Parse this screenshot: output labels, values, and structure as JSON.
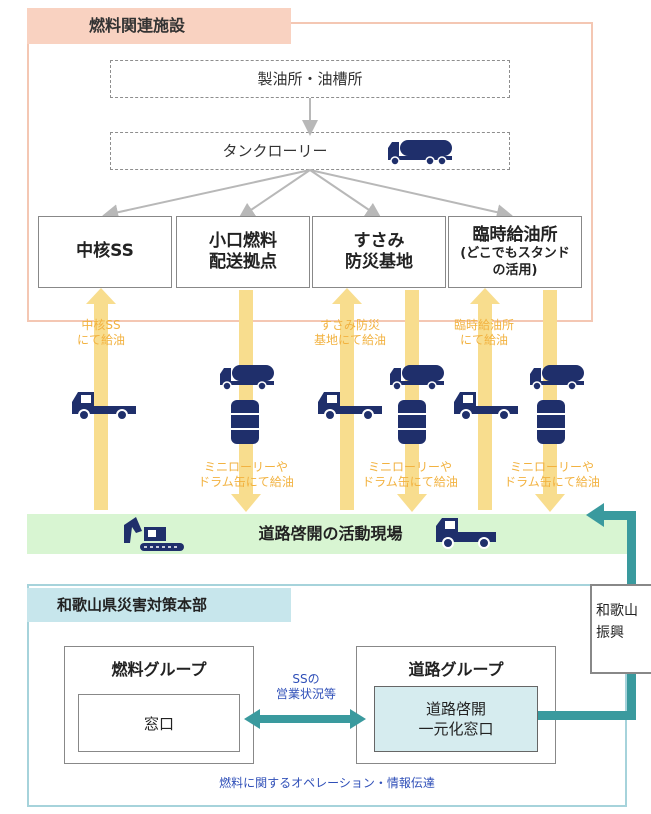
{
  "fuel_facilities": {
    "title": "燃料関連施設",
    "refinery": "製油所・油槽所",
    "tanker": "タンクローリー",
    "nodes": [
      {
        "line1": "中核SS",
        "line2": ""
      },
      {
        "line1": "小口燃料",
        "line2": "配送拠点"
      },
      {
        "line1": "すさみ",
        "line2": "防災基地"
      },
      {
        "line1": "臨時給油所",
        "line2": "(どこでもスタンド",
        "line3": "の活用)"
      }
    ]
  },
  "supply_labels": {
    "core_ss": [
      "中核SS",
      "にて給油"
    ],
    "susami": [
      "すさみ防災",
      "基地にて給油"
    ],
    "temp": [
      "臨時給油所",
      "にて給油"
    ],
    "mini": [
      "ミニローリーや",
      "ドラム缶にて給油"
    ]
  },
  "site": {
    "label": "道路啓開の活動現場"
  },
  "hq": {
    "title": "和歌山県災害対策本部",
    "fuel_group": {
      "title": "燃料グループ",
      "window": "窓口"
    },
    "road_group": {
      "title": "道路グループ",
      "window_line1": "道路啓開",
      "window_line2": "一元化窓口"
    },
    "exchange": [
      "SSの",
      "営業状況等"
    ],
    "footer": "燃料に関するオペレーション・情報伝達"
  },
  "side_box": [
    "和歌山",
    "振興"
  ],
  "colors": {
    "fuel_frame": "#f4c7b3",
    "orange_arrow": "#f8dd8e",
    "truck": "#1f2f6b",
    "site_band": "#d8f5d2",
    "teal_arrow": "#3a9a9e",
    "hq_frame": "#a6d3db"
  }
}
